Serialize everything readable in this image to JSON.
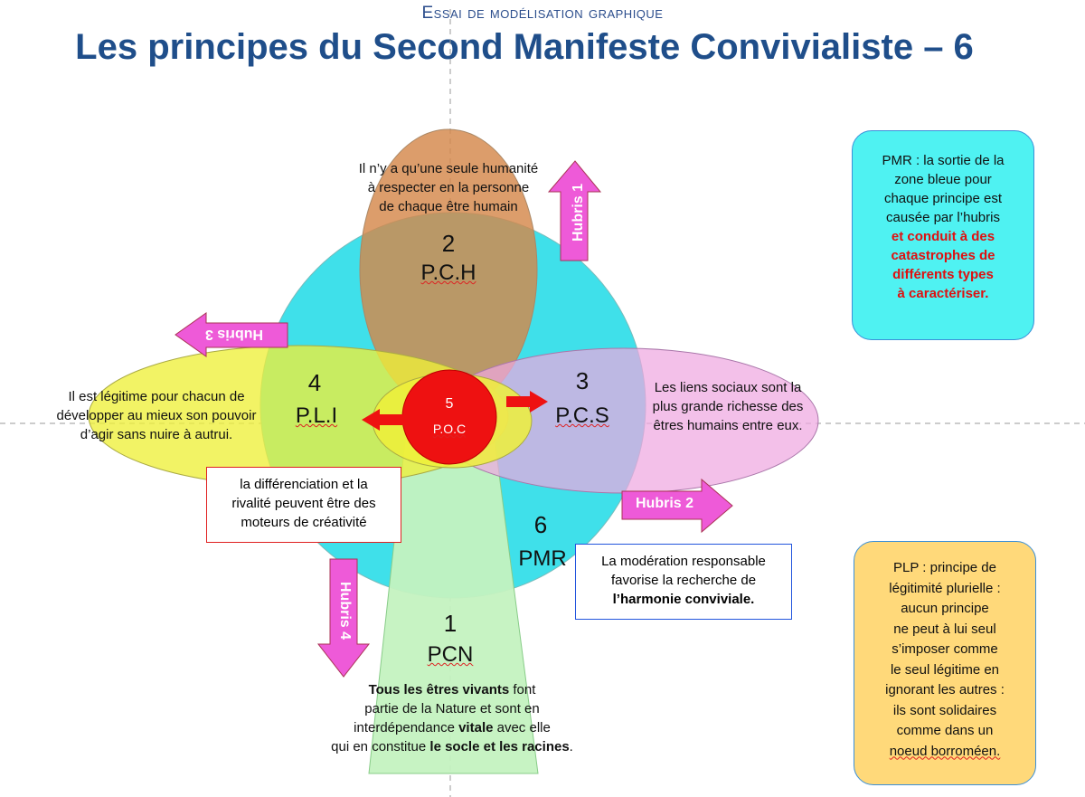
{
  "header": {
    "subtitle": "Essai de modélisation graphique",
    "title": "Les principes du Second Manifeste Convivialiste – 6"
  },
  "principles": {
    "p2": {
      "number": "2",
      "label": "P.C.H",
      "text": [
        "Il n’y a qu’une seule humanité",
        "à respecter en la personne",
        "de chaque être humain"
      ]
    },
    "p4": {
      "number": "4",
      "label": "P.L.I",
      "text": [
        "Il est légitime pour chacun de",
        "développer au mieux son pouvoir",
        "d’agir sans nuire à autrui."
      ]
    },
    "p3": {
      "number": "3",
      "label": "P.C.S",
      "text": [
        "Les liens sociaux sont la",
        "plus grande richesse des",
        "êtres humains entre eux."
      ]
    },
    "p5": {
      "number": "5",
      "label": "P.O.C"
    },
    "p6": {
      "number": "6",
      "label": "PMR"
    },
    "p1": {
      "number": "1",
      "label": "PCN",
      "text_a_bold": "Tous les êtres vivants",
      "text_a": " font",
      "text_b": "partie de la Nature et sont en",
      "text_c": "interdépendance ",
      "text_c_bold": "vitale",
      "text_c2": " avec elle",
      "text_d": "qui en constitue ",
      "text_d_bold": "le socle et les racines",
      "text_d2": "."
    }
  },
  "boxes": {
    "rivalry": [
      "la différenciation et la",
      "rivalité peuvent être des",
      "moteurs de créativité"
    ],
    "moderation": {
      "line1": "La modération responsable",
      "line2": "favorise la recherche de",
      "line3_bold": "l’harmonie conviviale."
    }
  },
  "hubris": {
    "h1": "Hubris 1",
    "h2": "Hubris 2",
    "h3": "Hubris 3",
    "h4": "Hubris 4"
  },
  "cards": {
    "pmr": {
      "lines": [
        "PMR : la sortie de la",
        "zone bleue pour",
        "chaque principe est",
        "causée par l’hubris"
      ],
      "red_lines": [
        "et conduit à des",
        "catastrophes de",
        "différents types",
        "à caractériser."
      ]
    },
    "plp": {
      "lines": [
        "PLP : principe de",
        "légitimité plurielle :",
        "aucun principe",
        "ne peut à lui seul",
        "s’imposer  comme",
        "le seul légitime en",
        "ignorant les autres :",
        "ils sont solidaires",
        "comme dans un",
        "noeud borroméen."
      ]
    }
  },
  "colors": {
    "blue_circle": "#3fe0ea",
    "orange": "#d4874a",
    "yellow": "#eef03a",
    "pink": "#eea8e0",
    "green": "#c4f2c0",
    "red": "#ee1111",
    "magenta": "#ee5ad8",
    "card_cyan": "#4ff2f2",
    "card_yellow": "#ffd97a"
  }
}
